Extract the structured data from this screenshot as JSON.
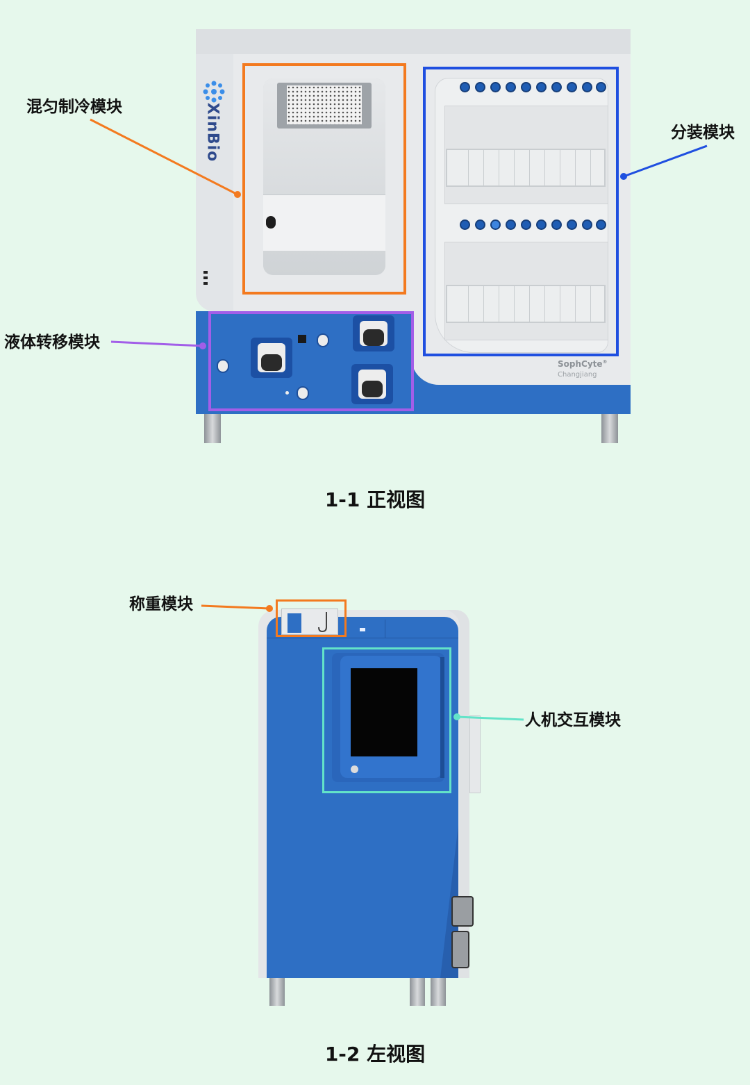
{
  "labels": {
    "mixing_cooling": "混匀制冷模块",
    "dispensing": "分装模块",
    "liquid_transfer": "液体转移模块",
    "weighing": "称重模块",
    "hmi": "人机交互模块"
  },
  "captions": {
    "front": "1-1  正视图",
    "left": "1-2  左视图"
  },
  "device": {
    "logo": "XinBio",
    "product": "SophCyte",
    "product_mark": "®",
    "product_sub": "Changjiang"
  },
  "colors": {
    "background": "#e6f8ec",
    "orange_module": "#f37a1f",
    "blue_module": "#1f4fe0",
    "purple_module": "#a25ee8",
    "cyan_module": "#63e3c8",
    "machine_blue": "#2e6fc4"
  }
}
